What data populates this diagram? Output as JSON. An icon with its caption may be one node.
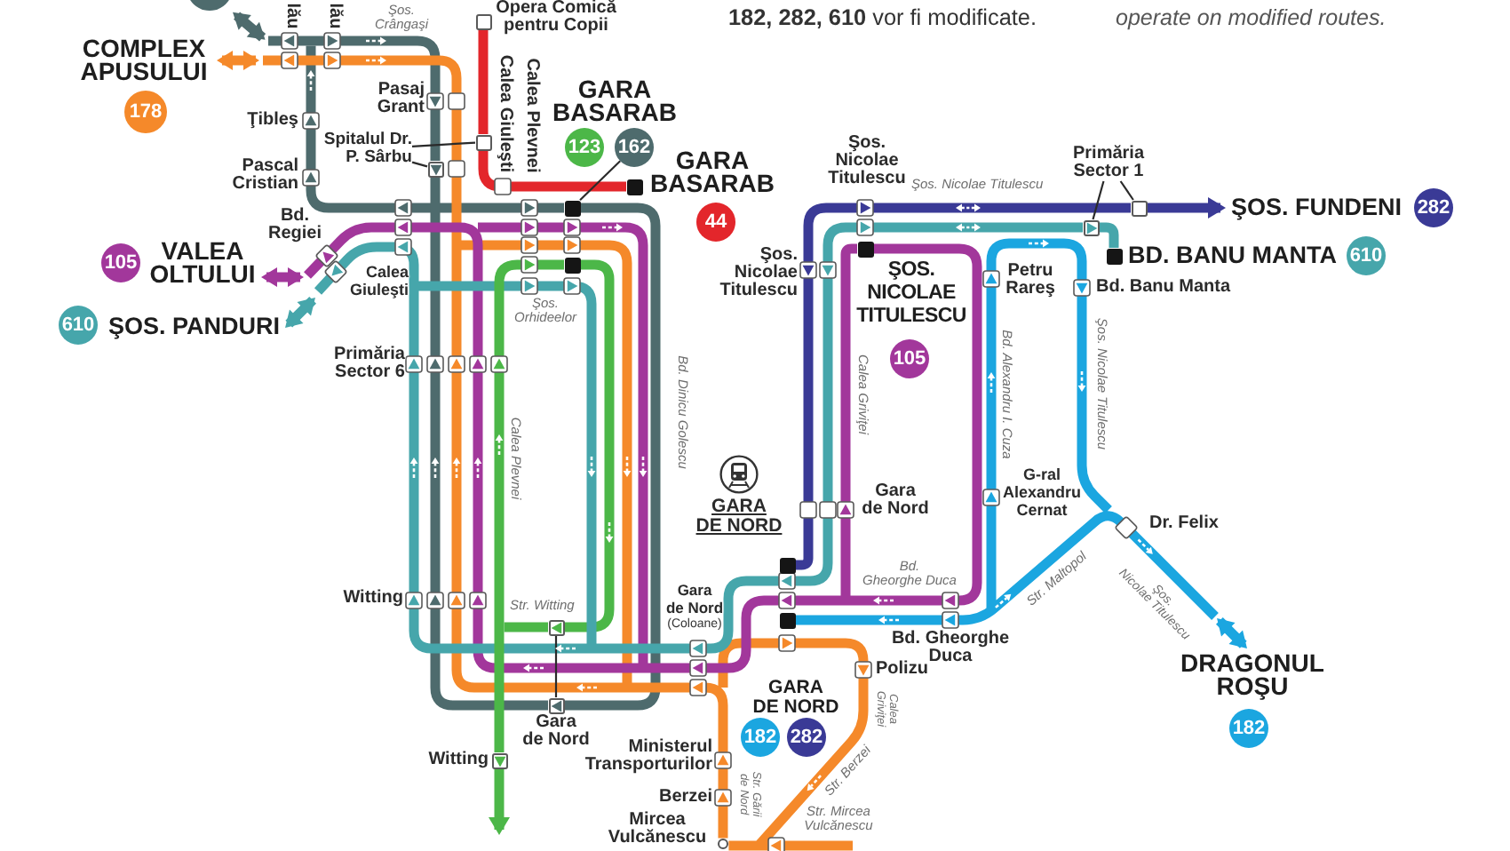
{
  "diagram": {
    "nodes": [
      {
        "text": [
          "COMPLEX APUSULUI"
        ]
      },
      {
        "text": [
          "178"
        ]
      },
      {
        "text": [
          "GARA BASARAB"
        ]
      },
      {
        "text": [
          "123"
        ]
      },
      {
        "text": [
          "162"
        ]
      },
      {
        "text": [
          "Spitalul Dr. P. Sârbu"
        ]
      },
      {
        "text": [
          "Primăria Sector 1"
        ]
      },
      {
        "text": [
          "GARA BASARAB"
        ]
      },
      {
        "text": [
          "ŞOS. FUNDENI"
        ]
      },
      {
        "text": [
          "282"
        ]
      },
      {
        "text": [
          "44"
        ]
      },
      {
        "text": [
          "BD. BANU MANTA"
        ]
      },
      {
        "text": [
          "610"
        ]
      },
      {
        "text": [
          "VALEA OLTULUI"
        ]
      },
      {
        "text": [
          "105"
        ]
      },
      {
        "text": [
          "ŞOS. NICOLAE TITULESCU"
        ]
      },
      {
        "text": [
          "ŞOS. PANDURI"
        ]
      },
      {
        "text": [
          "610"
        ]
      },
      {
        "text": [
          "105"
        ]
      },
      {
        "text": [
          "GARA DE NORD"
        ]
      },
      {
        "text": [
          "182"
        ]
      },
      {
        "text": [
          "282"
        ]
      },
      {
        "text": [
          "DRAGONUL ROŞU"
        ]
      },
      {
        "text": [
          "182"
        ]
      },
      {
        "text": [],
        "shape": "box"
      },
      {
        "text": [],
        "shape": "box"
      },
      {
        "text": [],
        "shape": "box"
      },
      {
        "text": [],
        "shape": "box"
      },
      {
        "text": [],
        "shape": "box"
      },
      {
        "text": [],
        "shape": "box"
      },
      {
        "text": [],
        "shape": "box"
      },
      {
        "text": [],
        "shape": "box"
      },
      {
        "text": [],
        "shape": "box"
      },
      {
        "text": [],
        "shape": "box"
      },
      {
        "text": [],
        "shape": "box"
      },
      {
        "text": [],
        "shape": "box"
      },
      {
        "text": [],
        "shape": "box"
      },
      {
        "text": [],
        "shape": "box"
      },
      {
        "text": [],
        "shape": "circle"
      },
      {
        "text": [],
        "shape": "circle"
      },
      {
        "text": [],
        "shape": "box"
      }
    ],
    "edges": [
      {
        "from": 27,
        "to": 25,
        "arrow": "none",
        "color": "#e3262b"
      },
      {
        "from": 25,
        "to": 24,
        "arrow": "none",
        "color": "#e3262b"
      },
      {
        "from": 37,
        "to": 28,
        "arrow": "to",
        "color": "#4e6b6d"
      },
      {
        "from": 37,
        "to": 26,
        "arrow": "to",
        "color": "#4e6b6d"
      },
      {
        "from": 26,
        "to": 39,
        "arrow": "to",
        "color": "#4e6b6d"
      },
      {
        "from": 38,
        "to": 0,
        "arrow": "to",
        "color": "#f5892a"
      },
      {
        "from": 40,
        "to": null,
        "arrow": "to",
        "color": "#4cb748"
      },
      {
        "from": 36,
        "to": 29,
        "arrow": "to",
        "color": "#4cb748"
      },
      {
        "from": 32,
        "to": 13,
        "arrow": "to",
        "color": "#a2379b"
      },
      {
        "from": 33,
        "to": 31,
        "arrow": "none",
        "color": "#46a6ab"
      },
      {
        "from": 31,
        "to": 16,
        "arrow": "to",
        "color": "#46a6ab"
      },
      {
        "from": 30,
        "to": 34,
        "arrow": "to",
        "color": "#3a3a96"
      },
      {
        "from": 30,
        "to": 8,
        "arrow": "to",
        "color": "#3a3a96"
      },
      {
        "from": 35,
        "to": 22,
        "arrow": "to",
        "color": "#1ba6e0"
      },
      {
        "from": 40,
        "to": 29,
        "arrow": "to",
        "color": "#4cb748"
      },
      {
        "from": 4,
        "to": 28,
        "arrow": "none"
      },
      {
        "from": 5,
        "to": 25,
        "arrow": "none"
      },
      {
        "from": 5,
        "to": 26,
        "arrow": "none"
      },
      {
        "from": 6,
        "to": 31,
        "arrow": "none"
      },
      {
        "from": 6,
        "to": 30,
        "arrow": "none"
      },
      {
        "from": 36,
        "to": 37,
        "arrow": "none"
      }
    ],
    "labels": [
      "lău",
      "lău",
      "Şos. Crângaşi",
      "Opera Comică pentru Copii",
      "**182, 282, 610** vor fi modificate.",
      "operate on modified routes.",
      "Calea Giuleşti",
      "Calea Plevnei",
      "Pasaj Grant",
      "Ţibleş",
      "Şos. Nicolae Titulescu",
      "Pascal Cristian",
      "Şos. Nicolae Titulescu",
      "Bd. Regiei",
      "Şos. Nicolae Titulescu",
      "Petru Rareş",
      "Calea Giuleşti",
      "Bd. Banu Manta",
      "Şos. Orhideelor",
      "Primăria Sector 6",
      "Calea Griviţei",
      "Bd. Alexandru I. Cuza",
      "Şos. Nicolae Titulescu",
      "Bd. Dinicu Golescu",
      "Calea Plevnei",
      "GARA DE NORD",
      "Gara de Nord",
      "G-ral Alexandru Cernat",
      "Dr. Felix",
      "Bd. Gheorghe Duca",
      "Str. Maltopol",
      "Şos. Nicolae Titulescu",
      "Witting",
      "Gara de Nord",
      "(Coloane)",
      "Str. Witting",
      "Bd. Gheorghe Duca",
      "Polizu",
      "Calea Griviţei",
      "Gara de Nord",
      "Str. Berzei",
      "Ministerul Transporturilor",
      "Str. Gării de Nord",
      "Witting",
      "Berzei",
      "Mircea Vulcănescu",
      "Str. Mircea Vulcănescu"
    ]
  }
}
